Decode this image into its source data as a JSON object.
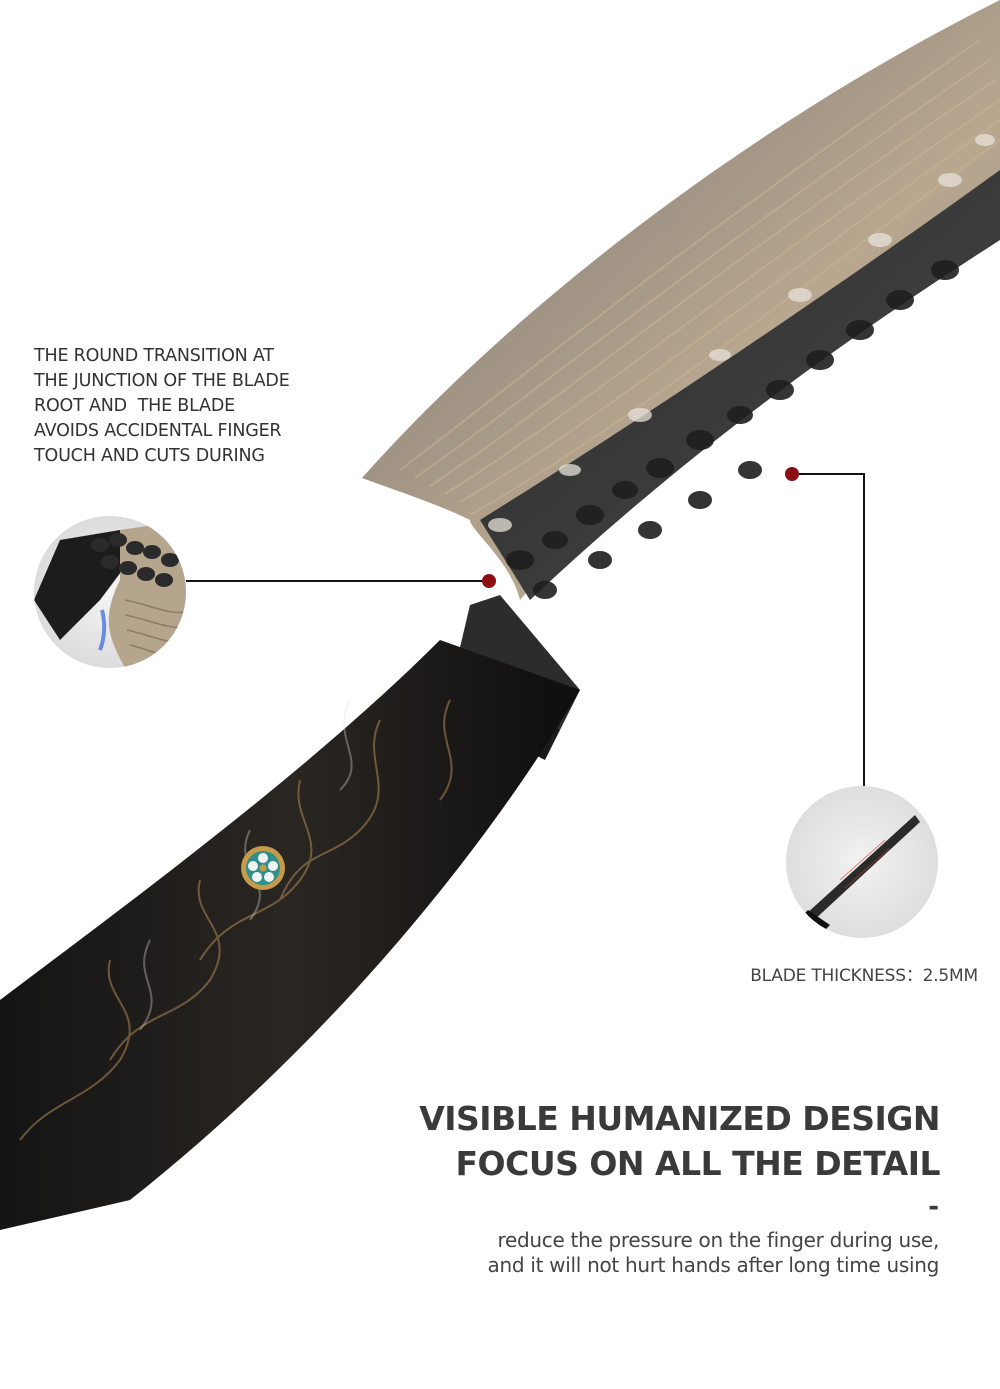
{
  "callout_left": {
    "lines": [
      "THE ROUND TRANSITION AT",
      "THE JUNCTION OF THE BLADE",
      "ROOT AND  THE BLADE",
      "AVOIDS ACCIDENTAL FINGER",
      "TOUCH AND CUTS DURING"
    ]
  },
  "callout_right": {
    "label": "BLADE THICKNESS：2.5MM"
  },
  "headline": {
    "line1": "VISIBLE HUMANIZED DESIGN",
    "line2": "FOCUS ON ALL THE DETAIL",
    "dash": "-"
  },
  "subtext": {
    "line1": "reduce the pressure on the finger during use,",
    "line2": "and it will not hurt hands after long time using"
  },
  "colors": {
    "marker": "#8b0f14",
    "leader_line": "#111111",
    "text": "#333333",
    "headline": "#3a3a3a"
  }
}
